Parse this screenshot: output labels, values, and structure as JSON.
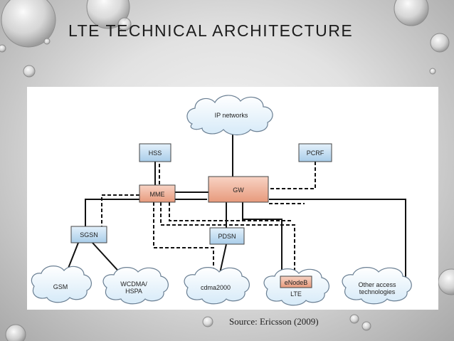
{
  "slide": {
    "title": "LTE  TECHNICAL  ARCHITECTURE",
    "source": "Source: Ericsson (2009)"
  },
  "diagram": {
    "clouds": {
      "ip_networks": "IP networks",
      "gsm": "GSM",
      "wcdma_line1": "WCDMA/",
      "wcdma_line2": "HSPA",
      "cdma2000": "cdma2000",
      "lte": "LTE",
      "other_line1": "Other access",
      "other_line2": "technologies"
    },
    "boxes": {
      "hss": "HSS",
      "pcrf": "PCRF",
      "mme": "MME",
      "gw": "GW",
      "sgsn": "SGSN",
      "pdsn": "PDSN",
      "enodeb": "eNodeB"
    }
  }
}
